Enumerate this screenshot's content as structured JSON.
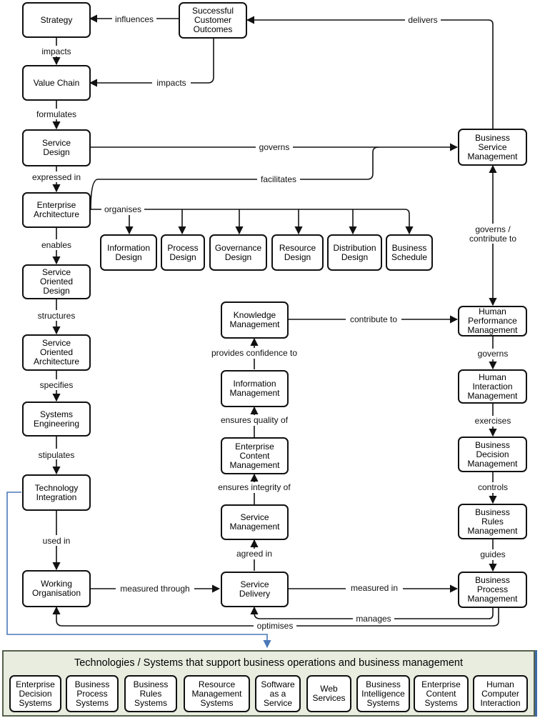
{
  "nodes": {
    "strategy": "Strategy",
    "outcomes": "Successful\nCustomer\nOutcomes",
    "value_chain": "Value Chain",
    "service_design": "Service\nDesign",
    "enterprise_architecture": "Enterprise\nArchitecture",
    "information_design": "Information\nDesign",
    "process_design": "Process\nDesign",
    "governance_design": "Governance\nDesign",
    "resource_design": "Resource\nDesign",
    "distribution_design": "Distribution\nDesign",
    "business_schedule": "Business\nSchedule",
    "soa_design": "Service\nOriented\nDesign",
    "soa_architecture": "Service\nOriented\nArchitecture",
    "systems_engineering": "Systems\nEngineering",
    "technology_integration": "Technology\nIntegration",
    "working_organisation": "Working\nOrganisation",
    "knowledge_management": "Knowledge\nManagement",
    "information_management": "Information\nManagement",
    "enterprise_content_management": "Enterprise\nContent\nManagement",
    "service_management": "Service\nManagement",
    "service_delivery": "Service\nDelivery",
    "business_service_management": "Business\nService\nManagement",
    "human_performance_management": "Human\nPerformance\nManagement",
    "human_interaction_management": "Human\nInteraction\nManagement",
    "business_decision_management": "Business\nDecision\nManagement",
    "business_rules_management": "Business\nRules\nManagement",
    "business_process_management": "Business\nProcess\nManagement"
  },
  "edge_labels": {
    "influences": "influences",
    "delivers": "delivers",
    "impacts": "impacts",
    "formulates": "formulates",
    "governs": "governs",
    "facilitates": "facilitates",
    "expressed_in": "expressed in",
    "organises": "organises",
    "enables": "enables",
    "structures": "structures",
    "specifies": "specifies",
    "stipulates": "stipulates",
    "used_in": "used in",
    "measured_through": "measured through",
    "measured_in": "measured in",
    "manages": "manages",
    "optimises": "optimises",
    "agreed_in": "agreed in",
    "ensures_integrity_of": "ensures integrity of",
    "ensures_quality_of": "ensures quality of",
    "provides_confidence_to": "provides confidence to",
    "contribute_to": "contribute to",
    "governs_contribute_1": "governs /",
    "governs_contribute_2": "contribute to",
    "exercises": "exercises",
    "controls": "controls",
    "guides": "guides"
  },
  "tech_panel": {
    "title": "Technologies / Systems that support business operations and business management",
    "items": [
      "Enterprise\nDecision\nSystems",
      "Business\nProcess\nSystems",
      "Business\nRules\nSystems",
      "Resource\nManagement\nSystems",
      "Software\nas a\nService",
      "Web\nServices",
      "Business\nIntelligence\nSystems",
      "Enterprise\nContent\nSystems",
      "Human\nComputer\nInteraction"
    ]
  },
  "colors": {
    "line": "#111111",
    "link_blue": "#4a78b8",
    "panel_bg": "#e8ede0"
  }
}
